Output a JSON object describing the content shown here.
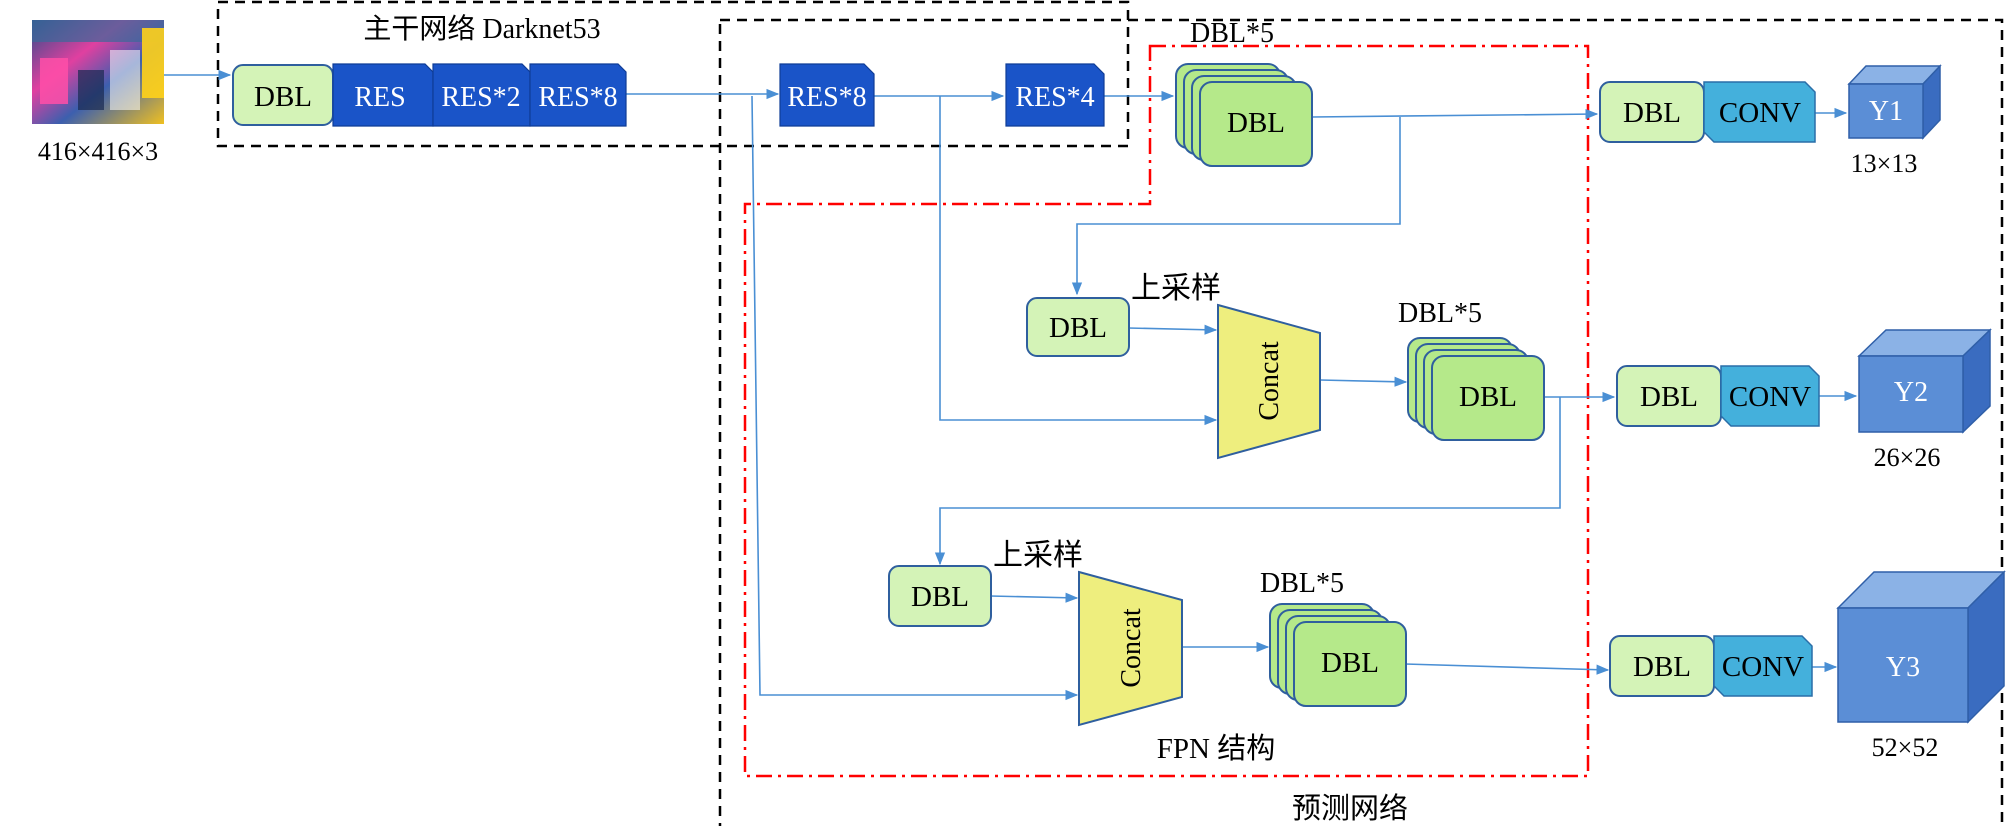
{
  "input": {
    "size_label": "416×416×3"
  },
  "backbone": {
    "title": "主干网络 Darknet53",
    "blocks": [
      "DBL",
      "RES",
      "RES*2",
      "RES*8"
    ]
  },
  "mid_blocks": [
    "RES*8",
    "RES*4"
  ],
  "prediction_net": {
    "title": "预测网络"
  },
  "fpn": {
    "title": "FPN 结构"
  },
  "branches": [
    {
      "dbl5_label": "DBL*5",
      "dbl5_inner": "DBL",
      "head_dbl": "DBL",
      "head_conv": "CONV",
      "output": "Y1",
      "output_size": "13×13"
    },
    {
      "upsample_dbl": "DBL",
      "upsample_label": "上采样",
      "concat": "Concat",
      "dbl5_label": "DBL*5",
      "dbl5_inner": "DBL",
      "head_dbl": "DBL",
      "head_conv": "CONV",
      "output": "Y2",
      "output_size": "26×26"
    },
    {
      "upsample_dbl": "DBL",
      "upsample_label": "上采样",
      "concat": "Concat",
      "dbl5_label": "DBL*5",
      "dbl5_inner": "DBL",
      "head_dbl": "DBL",
      "head_conv": "CONV",
      "output": "Y3",
      "output_size": "52×52"
    }
  ],
  "colors": {
    "dbl_fill": "#d4f3b7",
    "dbl_stack_fill": "#b5e98a",
    "res_fill": "#1a54c8",
    "conv_fill": "#44b0dc",
    "cube_front": "#5b8ed6",
    "concat_fill": "#eeee7e",
    "arrow": "#4a8fd4",
    "fpn_border": "#ff0000"
  }
}
